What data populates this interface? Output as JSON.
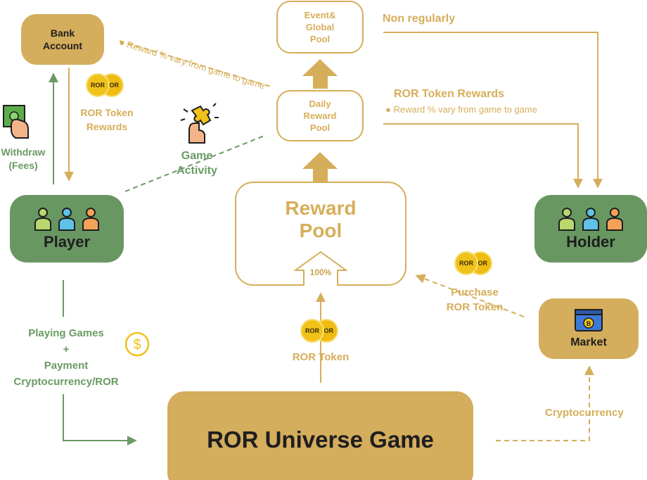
{
  "nodes": {
    "bank_account": "Bank\nAccount",
    "event_pool": "Event&\nGlobal\nPool",
    "daily_pool": "Daily\nReward\nPool",
    "reward_pool": "Reward\nPool",
    "reward_pool_pct": "100%",
    "player": "Player",
    "holder": "Holder",
    "market": "Market",
    "game": "ROR Universe Game"
  },
  "labels": {
    "non_regularly": "Non regularly",
    "reward_vary_1": "Reward % vary from game to game",
    "ror_token_rewards_left": "ROR Token\nRewards",
    "ror_token_rewards_right": "ROR Token Rewards",
    "reward_vary_2": "Reward % vary from game to game",
    "withdraw": "Withdraw\n(Fees)",
    "game_activity": "Game\nActivity",
    "purchase": "Purchase\nROR Token",
    "ror_token": "ROR Token",
    "playing": "Playing Games\n+\nPayment\nCryptocurrency/ROR",
    "cryptocurrency": "Cryptocurrency"
  },
  "coin_text": "ROR",
  "icons": [
    "withdraw-cash-icon",
    "puzzle-hand-icon",
    "dollar-icon",
    "bitcoin-browser-icon",
    "people-group-icon",
    "ror-coin-icon"
  ],
  "colors": {
    "gold": "#d6ae5a",
    "green": "#6a9a64",
    "dark_text": "#1e1e1e"
  }
}
